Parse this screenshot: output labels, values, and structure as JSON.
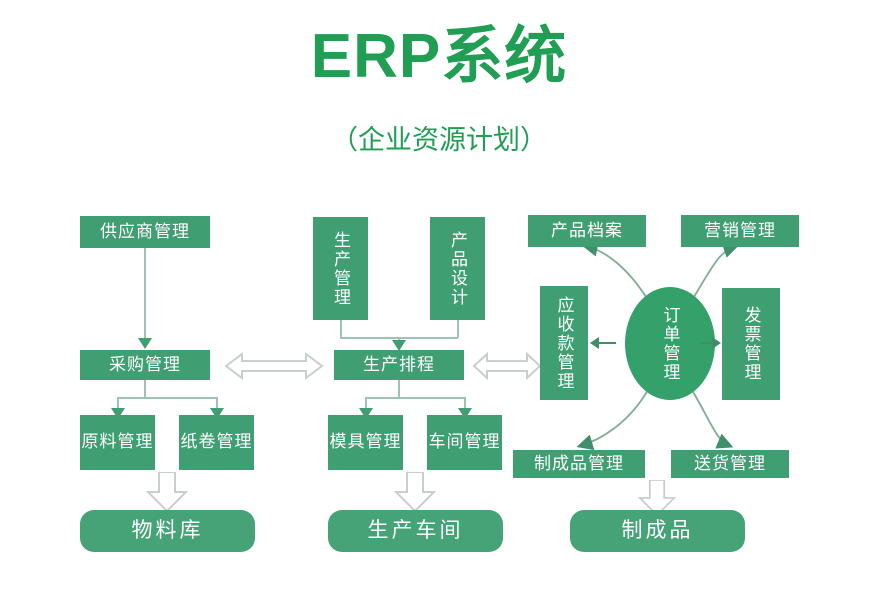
{
  "header": {
    "title": "ERP系统",
    "subtitle": "（企业资源计划）"
  },
  "colors": {
    "accent_green": "#1f9e54",
    "box_green": "#3f9e72",
    "round_box_green": "#45a377",
    "ellipse_green": "#34a06a",
    "connector_gray": "#9fc3b2",
    "hollow_arrow_outline": "#c9cfcc",
    "background": "#ffffff"
  },
  "diagram": {
    "type": "flowchart",
    "columns": [
      {
        "name": "procurement-column",
        "nodes": [
          {
            "id": "supplier-management",
            "label": "供应商管理"
          },
          {
            "id": "purchase-management",
            "label": "采购管理"
          },
          {
            "id": "raw-material-management",
            "label": "原料管理"
          },
          {
            "id": "paper-roll-management",
            "label": "纸卷管理"
          },
          {
            "id": "material-warehouse",
            "label": "物料库"
          }
        ]
      },
      {
        "name": "production-column",
        "nodes": [
          {
            "id": "production-management",
            "label": "生产管理"
          },
          {
            "id": "product-design",
            "label": "产品设计"
          },
          {
            "id": "production-scheduling",
            "label": "生产排程"
          },
          {
            "id": "mold-management",
            "label": "模具管理"
          },
          {
            "id": "workshop-management",
            "label": "车间管理"
          },
          {
            "id": "production-workshop",
            "label": "生产车间"
          }
        ]
      },
      {
        "name": "order-column",
        "nodes": [
          {
            "id": "product-archive",
            "label": "产品档案"
          },
          {
            "id": "marketing-management",
            "label": "营销管理"
          },
          {
            "id": "receivables-management",
            "label": "应收款管理"
          },
          {
            "id": "order-management",
            "label": "订单管理"
          },
          {
            "id": "invoice-management",
            "label": "发票管理"
          },
          {
            "id": "finished-goods-management",
            "label": "制成品管理"
          },
          {
            "id": "delivery-management",
            "label": "送货管理"
          },
          {
            "id": "finished-goods",
            "label": "制成品"
          }
        ]
      }
    ],
    "connections": [
      {
        "from": "supplier-management",
        "to": "purchase-management",
        "style": "arrow-down"
      },
      {
        "from": "purchase-management",
        "to": "raw-material-management",
        "style": "arrow-down"
      },
      {
        "from": "purchase-management",
        "to": "paper-roll-management",
        "style": "arrow-down"
      },
      {
        "from": "raw-material-management",
        "to": "material-warehouse",
        "style": "hollow-block-arrow-down"
      },
      {
        "from": "production-management",
        "to": "production-scheduling",
        "style": "arrow-down"
      },
      {
        "from": "product-design",
        "to": "production-scheduling",
        "style": "arrow-down"
      },
      {
        "from": "production-scheduling",
        "to": "mold-management",
        "style": "arrow-down"
      },
      {
        "from": "production-scheduling",
        "to": "workshop-management",
        "style": "arrow-down"
      },
      {
        "from": "mold-management",
        "to": "production-workshop",
        "style": "hollow-block-arrow-down"
      },
      {
        "from": "purchase-management",
        "to": "production-scheduling",
        "style": "hollow-double-arrow"
      },
      {
        "from": "production-scheduling",
        "to": "receivables-management",
        "style": "hollow-double-arrow"
      },
      {
        "from": "order-management",
        "to": "receivables-management",
        "style": "arrow-left"
      },
      {
        "from": "order-management",
        "to": "invoice-management",
        "style": "arrow-right"
      },
      {
        "from": "order-management",
        "to": "product-archive",
        "style": "curved-arrow"
      },
      {
        "from": "order-management",
        "to": "marketing-management",
        "style": "curved-arrow"
      },
      {
        "from": "order-management",
        "to": "finished-goods-management",
        "style": "curved-arrow"
      },
      {
        "from": "order-management",
        "to": "delivery-management",
        "style": "curved-arrow"
      },
      {
        "from": "finished-goods-management",
        "to": "finished-goods",
        "style": "hollow-block-arrow-down"
      }
    ]
  }
}
